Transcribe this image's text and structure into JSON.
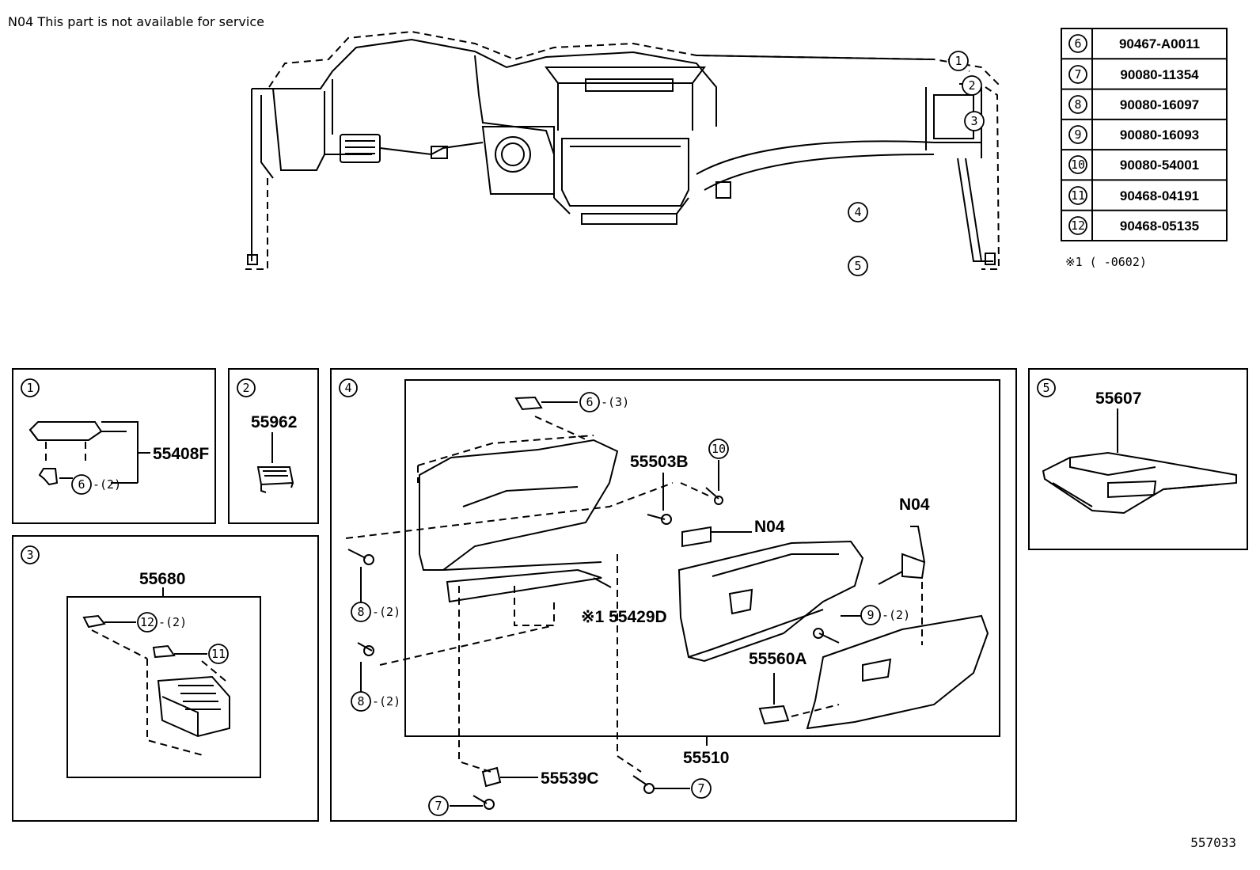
{
  "note": "N04 This part is not available for service",
  "diagram_code": "557033",
  "parts_table": [
    {
      "ref": "6",
      "part_no": "90467-A0011"
    },
    {
      "ref": "7",
      "part_no": "90080-11354"
    },
    {
      "ref": "8",
      "part_no": "90080-16097"
    },
    {
      "ref": "9",
      "part_no": "90080-16093"
    },
    {
      "ref": "10",
      "part_no": "90080-54001"
    },
    {
      "ref": "11",
      "part_no": "90468-04191"
    },
    {
      "ref": "12",
      "part_no": "90468-05135"
    }
  ],
  "footnote": "※1 (    -0602)",
  "overview_callouts": [
    "1",
    "2",
    "3",
    "4",
    "5"
  ],
  "panels": {
    "p1": {
      "ref": "1",
      "label": "55408F",
      "qty_ref": "6",
      "qty": "-(2)"
    },
    "p2": {
      "ref": "2",
      "label": "55962"
    },
    "p3": {
      "ref": "3",
      "label": "55680",
      "ref12": "12",
      "qty12": "-(2)",
      "ref11": "11"
    },
    "p4": {
      "ref": "4",
      "ref6": "6",
      "qty6": "-(3)",
      "lbl_55503B": "55503B",
      "ref10": "10",
      "lbl_N04a": "N04",
      "lbl_N04b": "N04",
      "ref9": "9",
      "qty9": "-(2)",
      "lbl_55429D": "※1 55429D",
      "lbl_55560A": "55560A",
      "ref8a": "8",
      "qty8a": "-(2)",
      "ref8b": "8",
      "qty8b": "-(2)",
      "lbl_55510": "55510",
      "lbl_55539C": "55539C",
      "ref7a": "7",
      "ref7b": "7"
    },
    "p5": {
      "ref": "5",
      "label": "55607"
    }
  }
}
